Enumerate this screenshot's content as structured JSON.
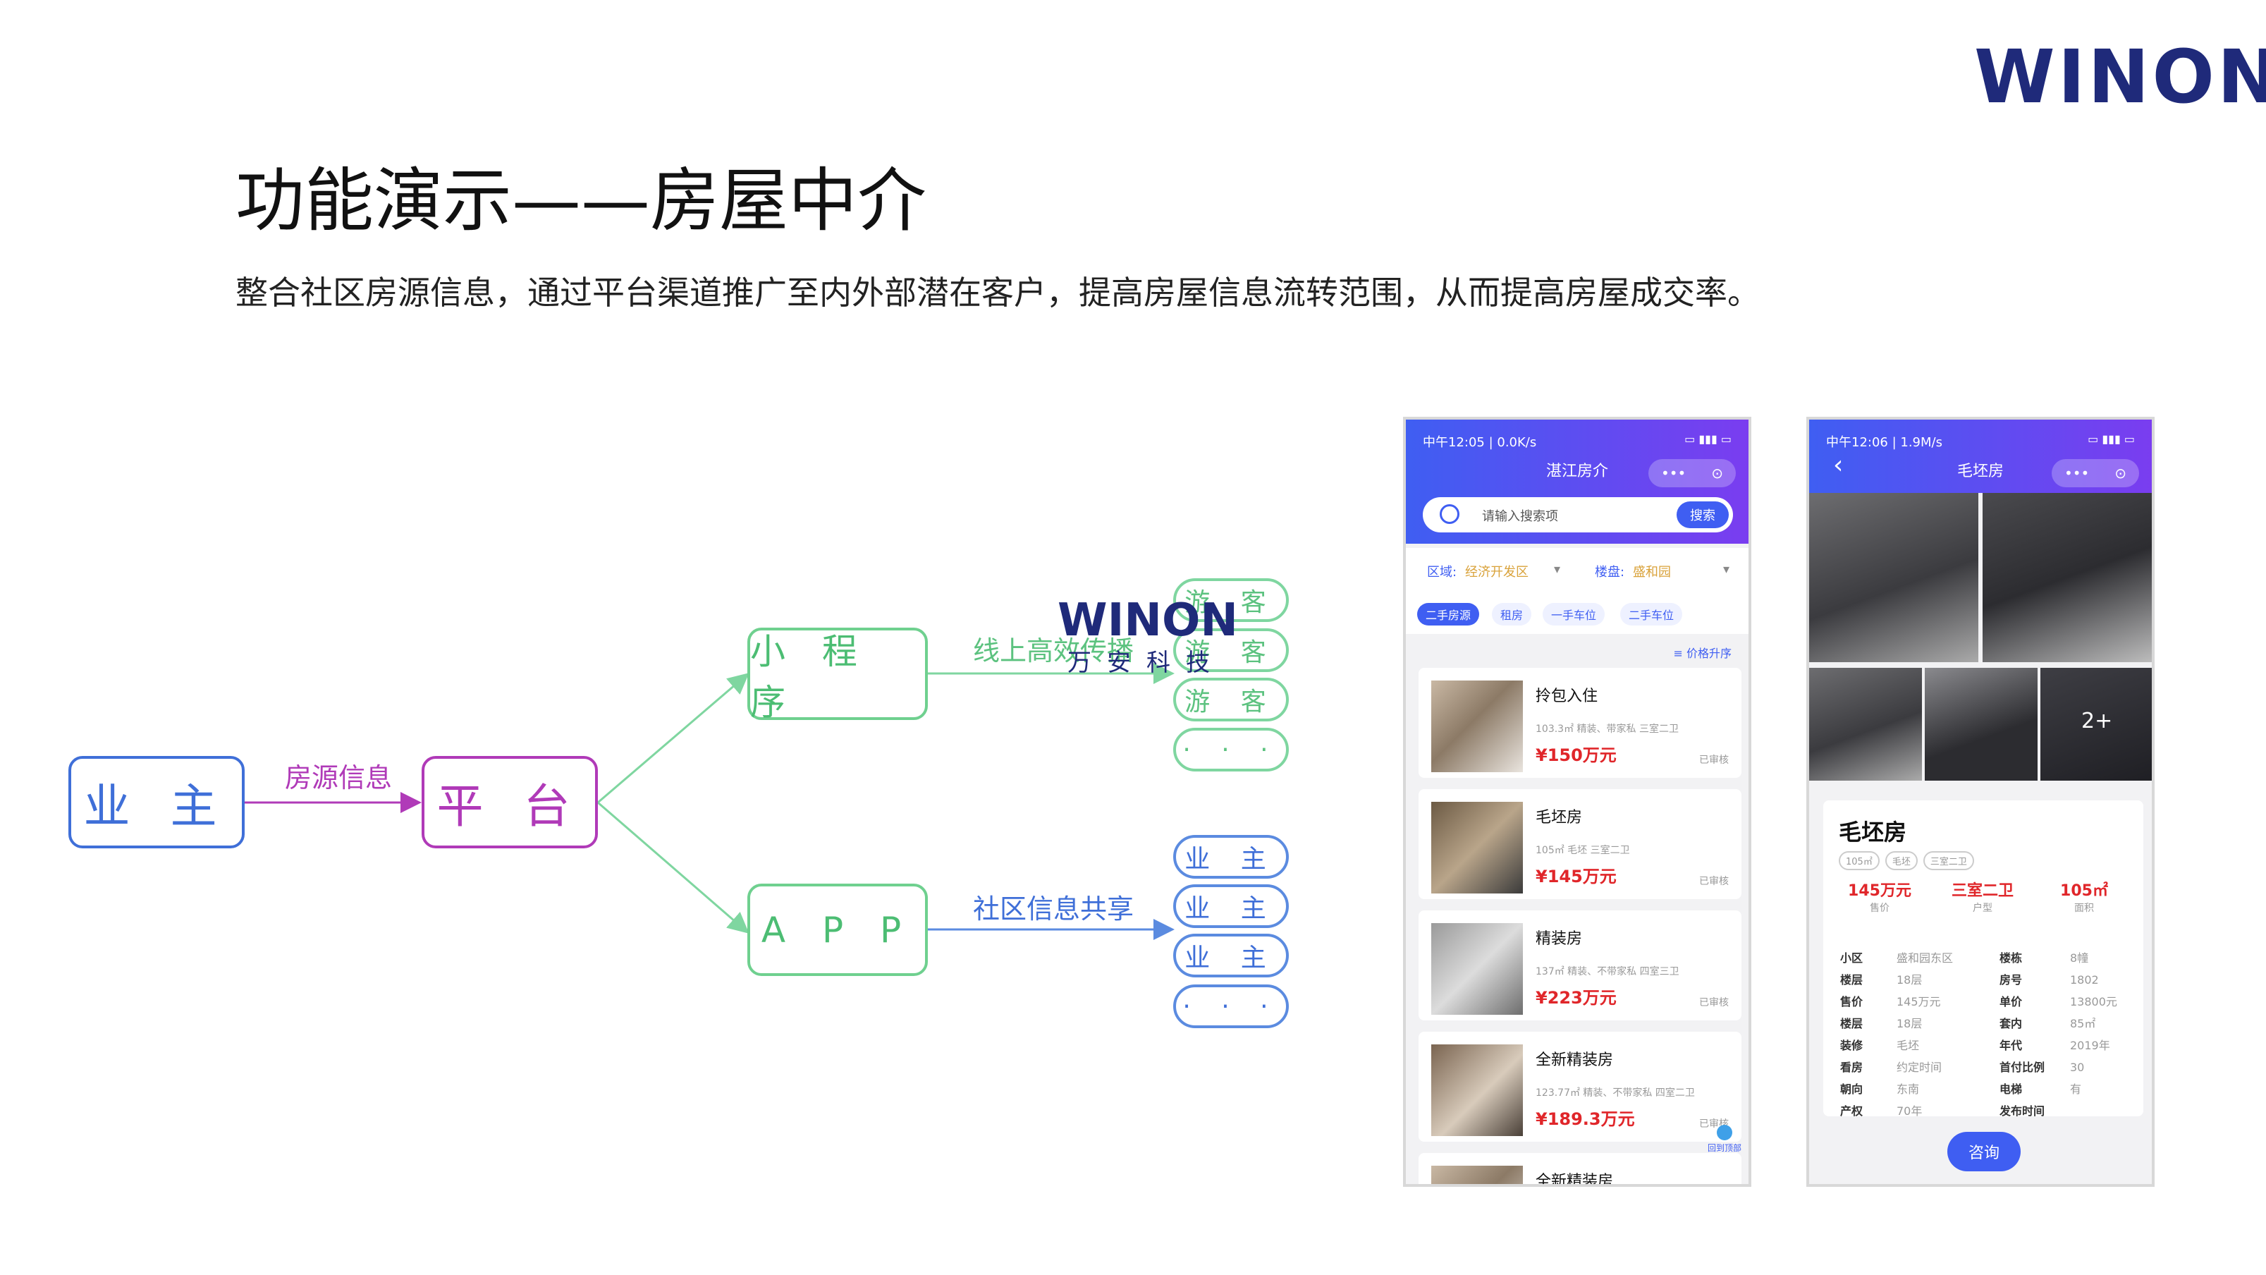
{
  "logo": {
    "text": "WINON"
  },
  "header": {
    "title": "功能演示——房屋中介",
    "subtitle": "整合社区房源信息，通过平台渠道推广至内外部潜在客户，提高房屋信息流转范围，从而提高房屋成交率。"
  },
  "diagram": {
    "owner": "业 主",
    "edge_source": "房源信息",
    "platform": "平 台",
    "mini_program": "小 程 序",
    "app": "A P P",
    "edge_online": "线上高效传播",
    "edge_community": "社区信息共享",
    "visitors": [
      "游 客",
      "游 客",
      "游 客",
      "· · ·"
    ],
    "owners": [
      "业 主",
      "业 主",
      "业 主",
      "· · ·"
    ]
  },
  "watermark": {
    "logo": "WINON",
    "cn": "万安科技"
  },
  "phone1": {
    "status": "中午12:05 | 0.0K/s",
    "status_right": "▭ ▮▮▮ ▭",
    "nav_title": "湛江房介",
    "capsule_more": "•••",
    "capsule_close": "⊙",
    "search_placeholder": "请输入搜索项",
    "search_button": "搜索",
    "filter_area_label": "区域:",
    "filter_area_value": "经济开发区",
    "filter_building_label": "楼盘:",
    "filter_building_value": "盛和园",
    "tabs": [
      "二手房源",
      "租房",
      "一手车位",
      "二手车位"
    ],
    "sort": "≡ 价格升序",
    "listings": [
      {
        "name": "拎包入住",
        "meta": "103.3㎡ 精装、带家私 三室二卫",
        "price": "¥150万元",
        "status": "已审核"
      },
      {
        "name": "毛坯房",
        "meta": "105㎡ 毛坯 三室二卫",
        "price": "¥145万元",
        "status": "已审核"
      },
      {
        "name": "精装房",
        "meta": "137㎡ 精装、不带家私 四室三卫",
        "price": "¥223万元",
        "status": "已审核"
      },
      {
        "name": "全新精装房",
        "meta": "123.77㎡ 精装、不带家私 四室二卫",
        "price": "¥189.3万元",
        "status": "已审核"
      },
      {
        "name": "全新精装房",
        "meta": "",
        "price": "",
        "status": ""
      }
    ],
    "back_top": "回到顶部"
  },
  "phone2": {
    "status": "中午12:06 | 1.9M/s",
    "status_right": "▭ ▮▮▮ ▭",
    "nav_title": "毛坯房",
    "back": "‹",
    "capsule_more": "•••",
    "capsule_close": "⊙",
    "more_photos": "2+",
    "title": "毛坯房",
    "tags": [
      "105㎡",
      "毛坯",
      "三室二卫"
    ],
    "highlights": [
      {
        "value": "145万元",
        "label": "售价"
      },
      {
        "value": "三室二卫",
        "label": "户型"
      },
      {
        "value": "105㎡",
        "label": "面积"
      }
    ],
    "specs_left": [
      {
        "k": "小区",
        "v": "盛和园东区"
      },
      {
        "k": "楼层",
        "v": "18层"
      },
      {
        "k": "售价",
        "v": "145万元"
      },
      {
        "k": "楼层",
        "v": "18层"
      },
      {
        "k": "装修",
        "v": "毛坯"
      },
      {
        "k": "看房",
        "v": "约定时间"
      },
      {
        "k": "朝向",
        "v": "东南"
      },
      {
        "k": "产权",
        "v": "70年"
      }
    ],
    "specs_right": [
      {
        "k": "楼栋",
        "v": "8幢"
      },
      {
        "k": "房号",
        "v": "1802"
      },
      {
        "k": "单价",
        "v": "13800元"
      },
      {
        "k": "套内",
        "v": "85㎡"
      },
      {
        "k": "年代",
        "v": "2019年"
      },
      {
        "k": "首付比例",
        "v": "30"
      },
      {
        "k": "电梯",
        "v": "有"
      },
      {
        "k": "发布时间",
        "v": ""
      }
    ],
    "consult_button": "咨询"
  }
}
